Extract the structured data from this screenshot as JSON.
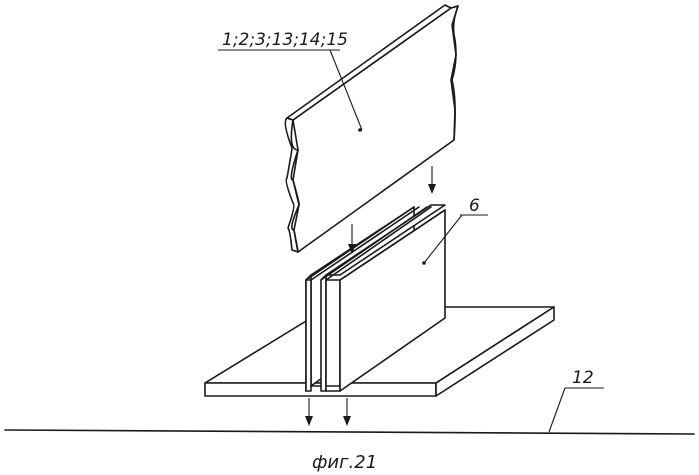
{
  "labels": {
    "strip": "1;2;3;13;14;15",
    "profile": "6",
    "base": "12"
  },
  "caption": "фиг.21",
  "colors": {
    "ink": "#1a1a1a",
    "paper": "#ffffff"
  }
}
